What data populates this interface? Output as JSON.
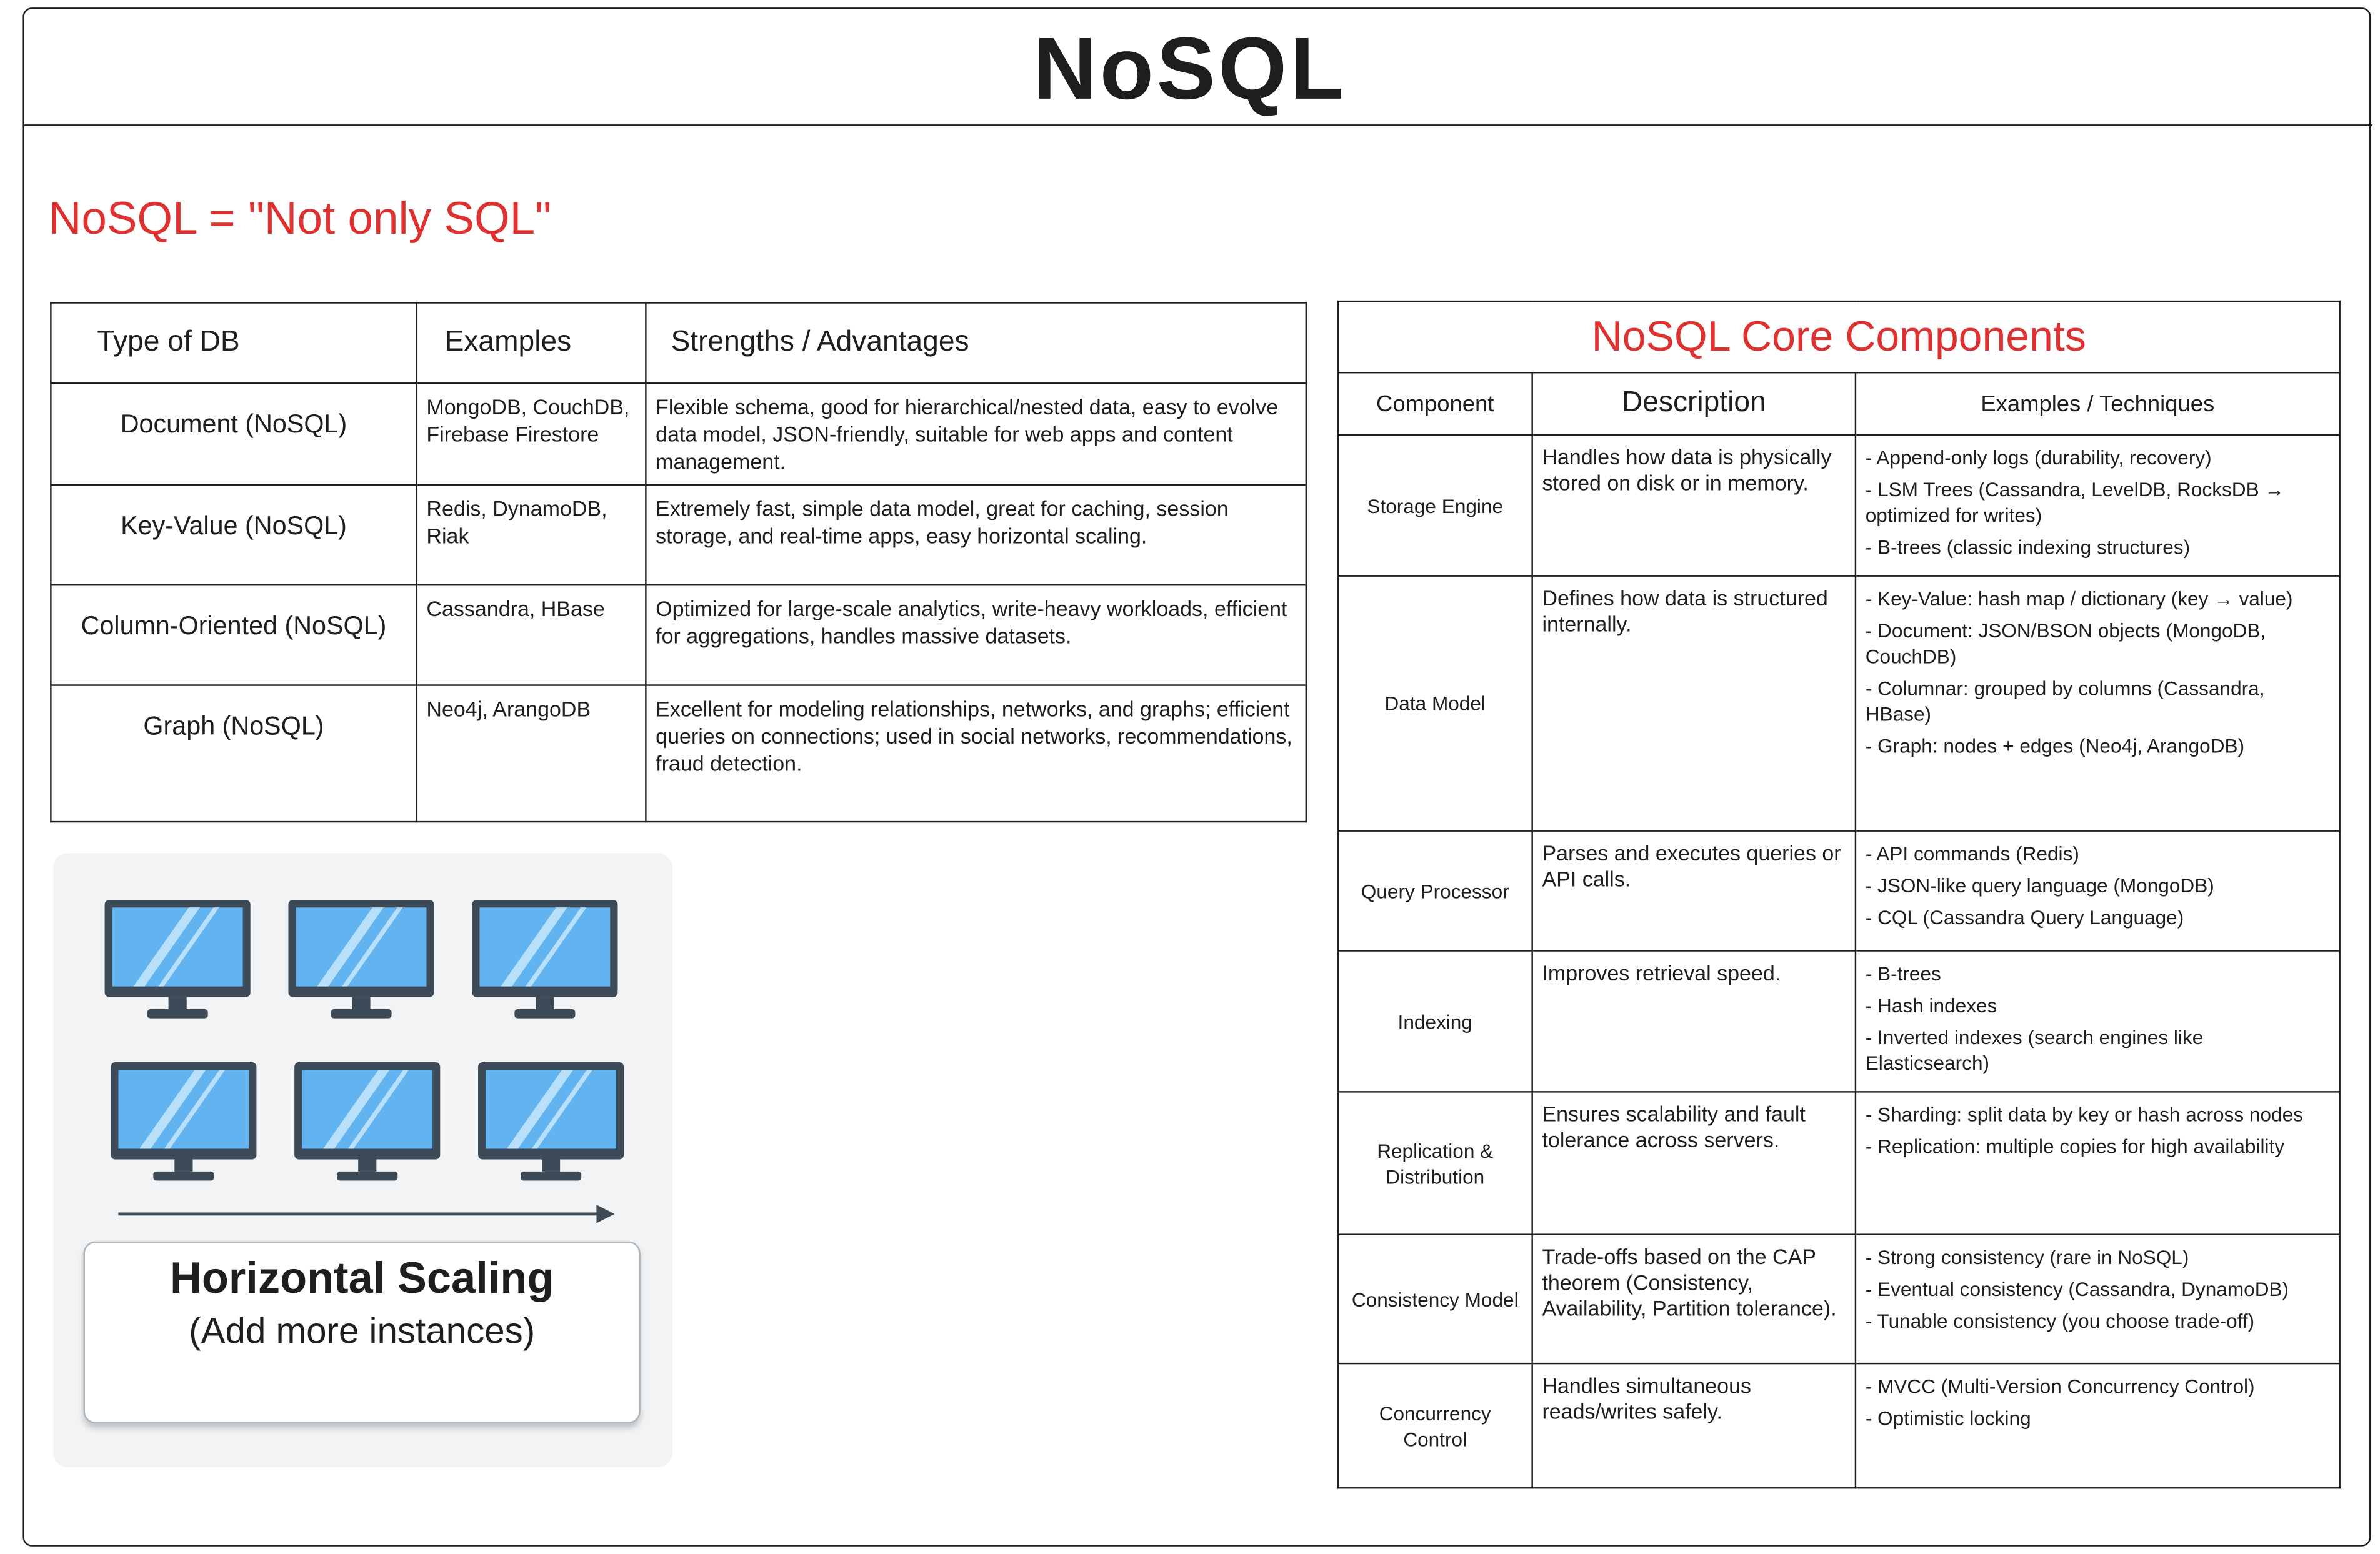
{
  "title": "NoSQL",
  "subtitle": "NoSQL = \"Not only SQL\"",
  "colors": {
    "accent_red": "#e03131",
    "ink": "#1e1e1e",
    "monitor_screen": "#62b4f0",
    "panel_bg": "#f1f3f5"
  },
  "db_types_table": {
    "headers": [
      "Type of DB",
      "Examples",
      "Strengths / Advantages"
    ],
    "rows": [
      {
        "type": "Document (NoSQL)",
        "examples": "MongoDB, CouchDB, Firebase Firestore",
        "strengths": "Flexible schema, good for hierarchical/nested data, easy to evolve data model, JSON-friendly, suitable for web apps and content management."
      },
      {
        "type": "Key-Value (NoSQL)",
        "examples": "Redis, DynamoDB, Riak",
        "strengths": "Extremely fast, simple data model, great for caching, session storage, and real-time apps, easy horizontal scaling."
      },
      {
        "type": "Column-Oriented (NoSQL)",
        "examples": "Cassandra, HBase",
        "strengths": "Optimized for large-scale analytics, write-heavy workloads, efficient for aggregations, handles massive datasets."
      },
      {
        "type": "Graph (NoSQL)",
        "examples": "Neo4j, ArangoDB",
        "strengths": "Excellent for modeling relationships, networks, and graphs; efficient queries on connections; used in social networks, recommendations, fraud detection."
      }
    ]
  },
  "scaling": {
    "icon": "monitor-icon",
    "title": "Horizontal Scaling",
    "caption": "(Add more instances)"
  },
  "core_components": {
    "title": "NoSQL Core Components",
    "headers": [
      "Component",
      "Description",
      "Examples / Techniques"
    ],
    "rows": [
      {
        "component": "Storage Engine",
        "description": "Handles how data is physically stored on disk or in memory.",
        "examples": [
          "- Append-only logs (durability, recovery)",
          "- LSM Trees (Cassandra, LevelDB, RocksDB → optimized for writes)",
          "- B-trees (classic indexing structures)"
        ]
      },
      {
        "component": "Data Model",
        "description": "Defines how data is structured internally.",
        "examples": [
          "- Key-Value: hash map / dictionary (key → value)",
          "- Document: JSON/BSON objects (MongoDB, CouchDB)",
          "- Columnar: grouped by columns (Cassandra, HBase)",
          "- Graph: nodes + edges (Neo4j, ArangoDB)"
        ]
      },
      {
        "component": "Query Processor",
        "description": "Parses and executes queries or API calls.",
        "examples": [
          "- API commands (Redis)",
          "- JSON-like query language (MongoDB)",
          "- CQL (Cassandra Query Language)"
        ]
      },
      {
        "component": "Indexing",
        "description": "Improves retrieval speed.",
        "examples": [
          "- B-trees",
          "- Hash indexes",
          "- Inverted indexes (search engines like Elasticsearch)"
        ]
      },
      {
        "component": "Replication & Distribution",
        "description": "Ensures scalability and fault tolerance across servers.",
        "examples": [
          "- Sharding: split data by key or hash across nodes",
          "- Replication: multiple copies for high availability"
        ]
      },
      {
        "component": "Consistency Model",
        "description": "Trade-offs based on the CAP theorem (Consistency, Availability, Partition tolerance).",
        "examples": [
          "- Strong consistency (rare in NoSQL)",
          "- Eventual consistency (Cassandra, DynamoDB)",
          "- Tunable consistency (you choose trade-off)"
        ]
      },
      {
        "component": "Concurrency Control",
        "description": "Handles simultaneous reads/writes safely.",
        "examples": [
          "- MVCC (Multi-Version Concurrency Control)",
          "- Optimistic locking"
        ]
      }
    ]
  }
}
